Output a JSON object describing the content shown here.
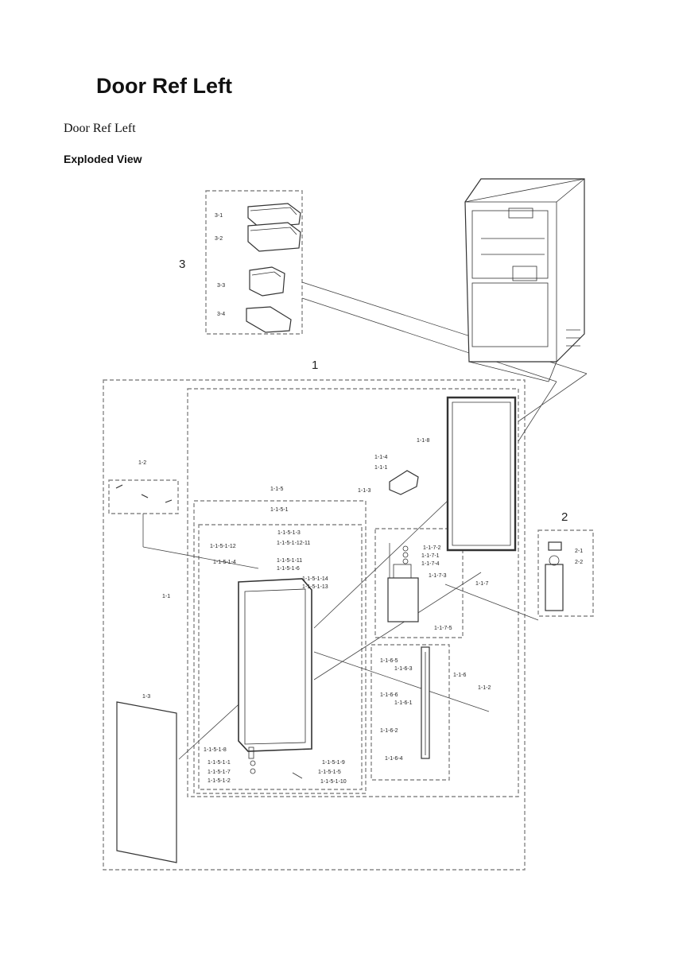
{
  "header": {
    "title": "Door Ref Left",
    "subtitle": "Door Ref Left",
    "section": "Exploded View"
  },
  "callouts": {
    "c1": "1",
    "c2": "2",
    "c3": "3",
    "c3_1": "3-1",
    "c3_2": "3-2",
    "c3_3": "3-3",
    "c3_4": "3-4",
    "c1_1": "1-1",
    "c1_2": "1-2",
    "c1_3": "1-3",
    "c2_1": "2-1",
    "c2_2": "2-2",
    "c1_1_2": "1-1-2",
    "c1_1_3": "1-1-3",
    "c1_1_4": "1-1-4",
    "c1_1_1": "1-1-1",
    "c1_1_5": "1-1-5",
    "c1_1_5_1": "1-1-5-1",
    "c1_1_6": "1-1-6",
    "c1_1_7": "1-1-7",
    "c1_1_8": "1-1-8",
    "c1_1_7_2": "1-1-7-2",
    "c1_1_7_1": "1-1-7-1",
    "c1_1_7_4": "1-1-7-4",
    "c1_1_7_3": "1-1-7-3",
    "c1_1_7_5": "1-1-7-5",
    "c1_1_6_5": "1-1-6-5",
    "c1_1_6_3": "1-1-6-3",
    "c1_1_6_6": "1-1-6-6",
    "c1_1_6_1": "1-1-6-1",
    "c1_1_6_2": "1-1-6-2",
    "c1_1_6_4": "1-1-6-4",
    "c1_1_5_1_3": "1-1-5-1-3",
    "c1_1_5_1_12": "1-1-5-1-12",
    "c1_1_5_1_12_11": "1-1-5-1-12-11",
    "c1_1_5_1_4": "1-1-5-1-4",
    "c1_1_5_1_11": "1-1-5-1-11",
    "c1_1_5_1_6": "1-1-5-1-6",
    "c1_1_5_1_14": "1-1-5-1-14",
    "c1_1_5_1_13": "1-1-5-1-13",
    "c1_1_5_1_8": "1-1-5-1-8",
    "c1_1_5_1_1": "1-1-5-1-1",
    "c1_1_5_1_7": "1-1-5-1-7",
    "c1_1_5_1_2": "1-1-5-1-2",
    "c1_1_5_1_9": "1-1-5-1-9",
    "c1_1_5_1_5": "1-1-5-1-5",
    "c1_1_5_1_10": "1-1-5-1-10"
  }
}
